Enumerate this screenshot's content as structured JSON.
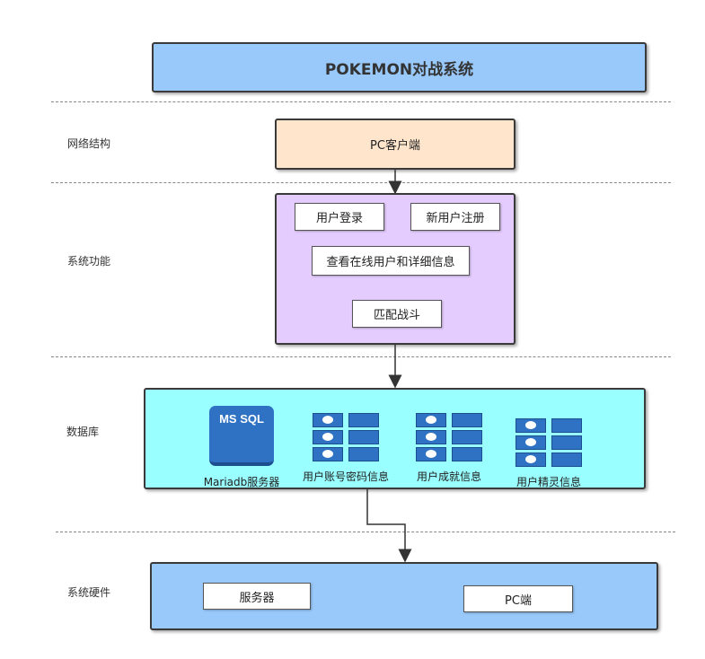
{
  "title": "POKEMON对战系统",
  "layers": {
    "network": "网络结构",
    "function": "系统功能",
    "database": "数据库",
    "hardware": "系统硬件"
  },
  "network_box": "PC客户端",
  "functions": {
    "login": "用户登录",
    "register": "新用户注册",
    "view_online": "查看在线用户和详细信息",
    "match": "匹配战斗"
  },
  "database": {
    "mssql_icon_text": "MS SQL",
    "server_caption": "Mariadb服务器",
    "account_info": "用户账号密码信息",
    "achievement_info": "用户成就信息",
    "pokemon_info": "用户精灵信息"
  },
  "hardware": {
    "server": "服务器",
    "pc": "PC端"
  },
  "colors": {
    "title_fill": "#99c9fb",
    "network_fill": "#ffe5cc",
    "function_fill": "#e5ccff",
    "database_fill": "#99ffff",
    "hardware_fill": "#99c9fb",
    "db_blue": "#2f72c4"
  },
  "icons": [
    "database-server-icon",
    "table-stack-icon"
  ]
}
